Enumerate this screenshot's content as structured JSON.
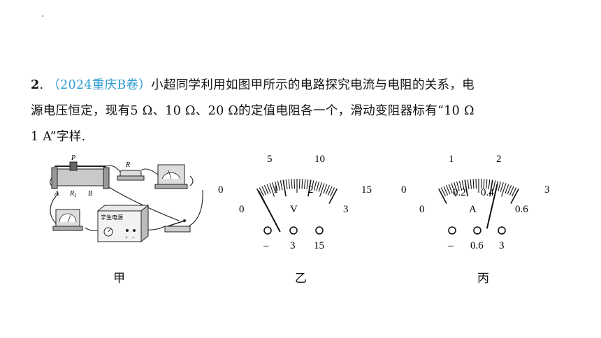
{
  "problem": {
    "number": "2",
    "number_dot": ".",
    "source": "（2024重庆B卷）",
    "line1_rest": "小超同学利用如图甲所示的电路探究电流与电阻的关系，电",
    "line2": "源电压恒定，现有5 Ω、10 Ω、20 Ω的定值电阻各一个，滑动变阻器标有“10 Ω",
    "line3": "1 A”字样."
  },
  "circuit": {
    "label_P": "P",
    "label_R": "R",
    "label_A": "A",
    "label_R1": "R",
    "label_R1_sub": "1",
    "label_B": "B",
    "supply_label": "学生电源"
  },
  "voltmeter": {
    "top_scale": [
      "0",
      "5",
      "10",
      "15"
    ],
    "bottom_scale": [
      "0",
      "1",
      "2",
      "3"
    ],
    "unit": "V",
    "terminals": [
      "–",
      "3",
      "15"
    ],
    "pointer_value_on_3V_scale": 0.3
  },
  "ammeter": {
    "top_scale": [
      "0",
      "1",
      "2",
      "3"
    ],
    "bottom_scale": [
      "0",
      "0.2",
      "0.4",
      "0.6"
    ],
    "unit": "A",
    "terminals": [
      "–",
      "0.6",
      "3"
    ],
    "pointer_value_on_0_6A_scale": 0.44
  },
  "captions": [
    "甲",
    "乙",
    "丙"
  ]
}
